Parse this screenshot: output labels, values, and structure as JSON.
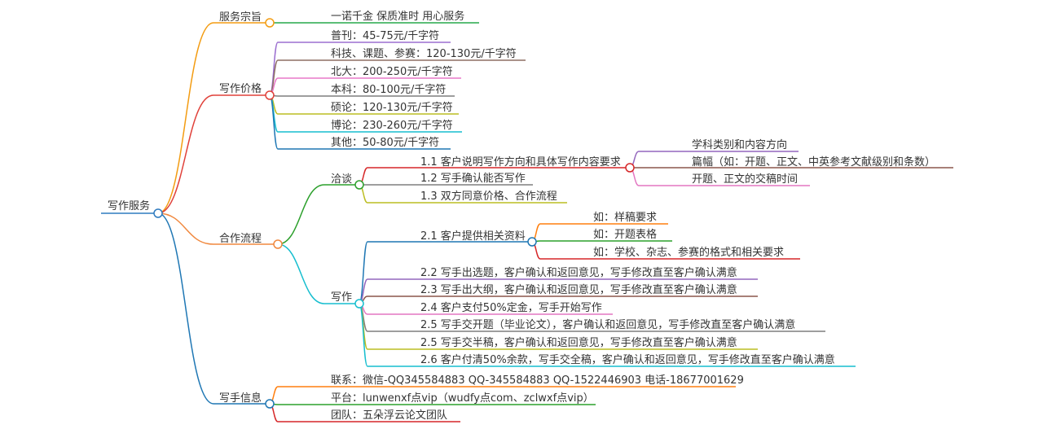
{
  "root": {
    "label": "写作服务",
    "color": "#2f7bbf",
    "children": [
      {
        "label": "服务宗旨",
        "color": "#f39c12",
        "children": [
          {
            "label": "一诺千金 保质准时 用心服务",
            "color": "#27a84a"
          }
        ]
      },
      {
        "label": "写作价格",
        "color": "#e0413a",
        "children": [
          {
            "label": "普刊：45-75元/千字符",
            "color": "#9b6fd0"
          },
          {
            "label": "科技、课题、参赛：120-130元/千字符",
            "color": "#8d6e63"
          },
          {
            "label": "北大：200-250元/千字符",
            "color": "#e879c9"
          },
          {
            "label": "本科：80-100元/千字符",
            "color": "#7f7f7f"
          },
          {
            "label": "硕论：120-130元/千字符",
            "color": "#bcbd22"
          },
          {
            "label": "博论：230-260元/千字符",
            "color": "#17becf"
          },
          {
            "label": "其他：50-80元/千字符",
            "color": "#1f77b4"
          }
        ]
      },
      {
        "label": "合作流程",
        "color": "#f0883e",
        "children": [
          {
            "label": "洽谈",
            "color": "#2ca02c",
            "children": [
              {
                "label": "1.1 客户说明写作方向和具体写作内容要求",
                "color": "#d62728",
                "children": [
                  {
                    "label": "学科类别和内容方向",
                    "color": "#9467bd"
                  },
                  {
                    "label": "篇幅（如：开题、正文、中英参考文献级别和条数）",
                    "color": "#8c564b"
                  },
                  {
                    "label": "开题、正文的交稿时间",
                    "color": "#e377c2"
                  }
                ]
              },
              {
                "label": "1.2 写手确认能否写作",
                "color": "#7f7f7f"
              },
              {
                "label": "1.3 双方同意价格、合作流程",
                "color": "#bcbd22"
              }
            ]
          },
          {
            "label": "写作",
            "color": "#17becf",
            "children": [
              {
                "label": "2.1 客户提供相关资料",
                "color": "#1f77b4",
                "children": [
                  {
                    "label": "如：样稿要求",
                    "color": "#ff7f0e"
                  },
                  {
                    "label": "如：开题表格",
                    "color": "#2ca02c"
                  },
                  {
                    "label": "如：学校、杂志、参赛的格式和相关要求",
                    "color": "#d62728"
                  }
                ]
              },
              {
                "label": "2.2 写手出选题，客户确认和返回意见，写手修改直至客户确认满意",
                "color": "#9467bd"
              },
              {
                "label": "2.3 写手出大纲，客户确认和返回意见，写手修改直至客户确认满意",
                "color": "#8c564b"
              },
              {
                "label": "2.4 客户支付50%定金，写手开始写作",
                "color": "#e377c2"
              },
              {
                "label": "2.5 写手交开题（毕业论文），客户确认和返回意见，写手修改直至客户确认满意",
                "color": "#7f7f7f"
              },
              {
                "label": "2.5 写手交半稿，客户确认和返回意见，写手修改直至客户确认满意",
                "color": "#bcbd22"
              },
              {
                "label": "2.6 客户付清50%余款，写手交全稿，客户确认和返回意见，写手修改直至客户确认满意",
                "color": "#17becf"
              }
            ]
          }
        ]
      },
      {
        "label": "写手信息",
        "color": "#1f77b4",
        "children": [
          {
            "label": "联系：微信-QQ345584883 QQ-345584883 QQ-1522446903 电话-18677001629",
            "color": "#ff7f0e"
          },
          {
            "label": "平台：lunwenxf点vip（wudfy点com、zclwxf点vip）",
            "color": "#2ca02c"
          },
          {
            "label": "团队：五朵浮云论文团队",
            "color": "#d62728"
          }
        ]
      }
    ]
  }
}
